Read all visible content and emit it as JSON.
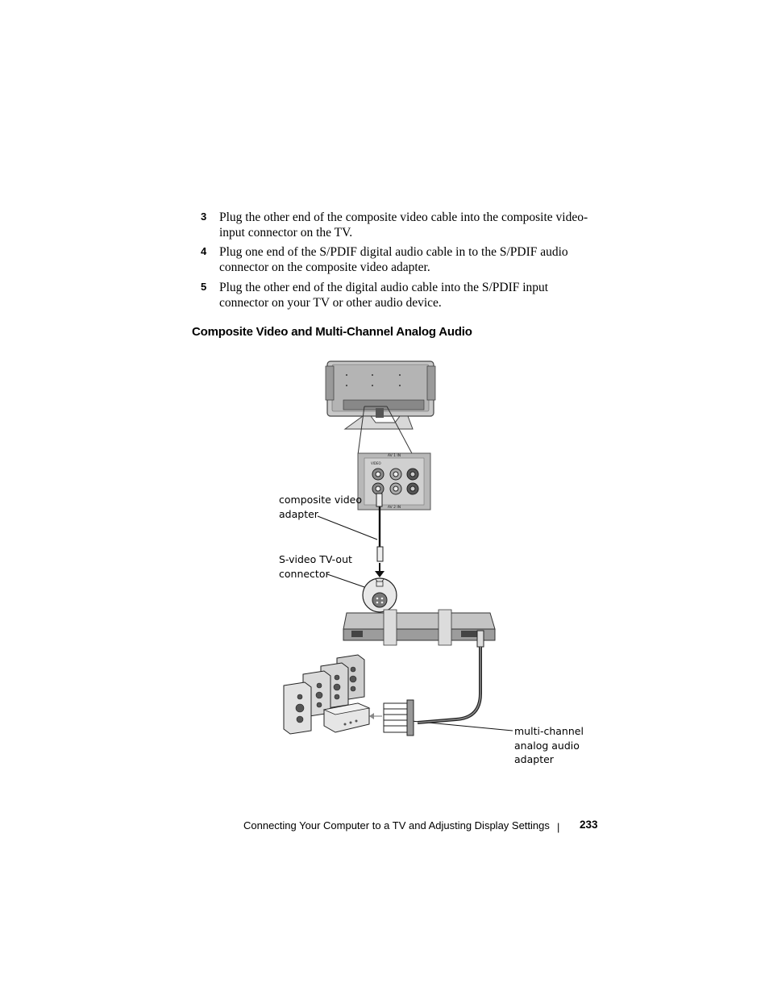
{
  "steps": [
    {
      "number": "3",
      "text": "Plug the other end of the composite video cable into the composite video-input connector on the TV."
    },
    {
      "number": "4",
      "text": "Plug one end of the S/PDIF digital audio cable in to the S/PDIF audio connector on the composite video adapter."
    },
    {
      "number": "5",
      "text": "Plug the other end of the digital audio cable into the S/PDIF input connector on your TV or other audio device."
    }
  ],
  "section_heading": "Composite Video and Multi-Channel Analog Audio",
  "figure": {
    "panel_top_label": "AV 1 IN",
    "panel_bottom_label": "AV 2 IN",
    "panel_video_label": "VIDEO",
    "callouts": {
      "composite_video_adapter": "composite video\nadapter",
      "svideo_connector": "S-video TV-out\nconnector",
      "multichannel_adapter": "multi-channel\nanalog audio\nadapter"
    }
  },
  "footer": {
    "title": "Connecting Your Computer to a TV and Adjusting Display Settings",
    "separator": "|",
    "page_number": "233"
  }
}
